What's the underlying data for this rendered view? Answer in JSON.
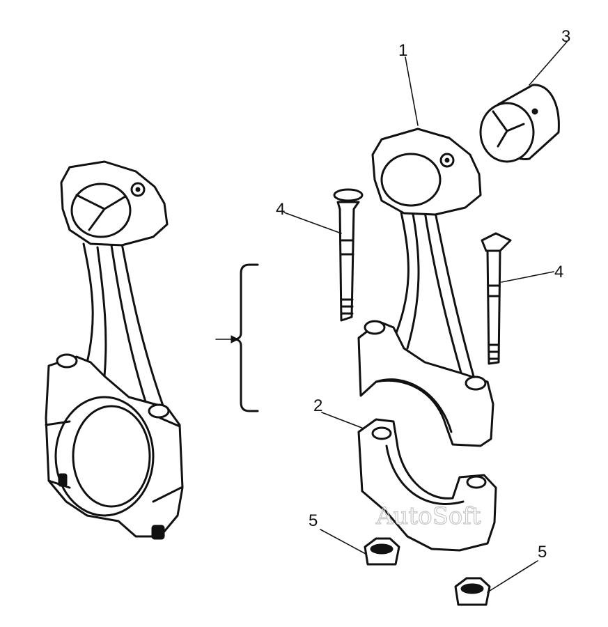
{
  "callouts": {
    "c1": "1",
    "c2": "2",
    "c3": "3",
    "c4a": "4",
    "c4b": "4",
    "c5a": "5",
    "c5b": "5"
  },
  "watermark": "AutoSoft"
}
